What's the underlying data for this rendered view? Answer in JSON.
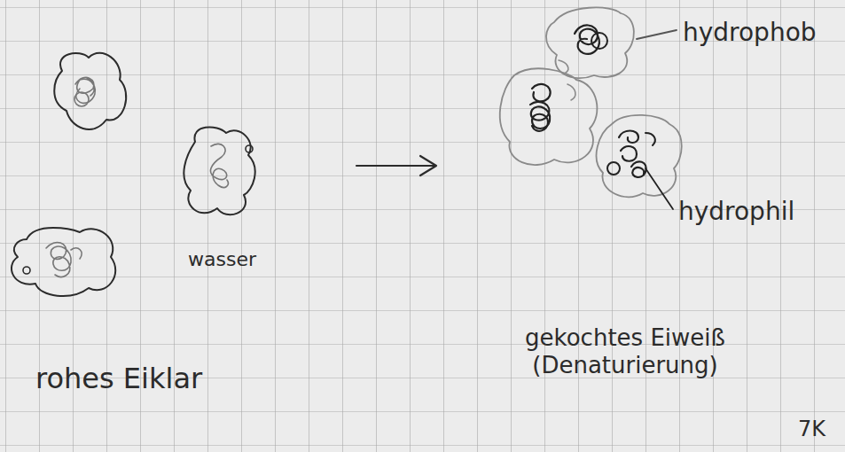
{
  "diagram": {
    "labels": [
      "rohes Eiklar",
      "wasser",
      "gekochtes Eiweiß (Denaturierung)",
      "hydrophob",
      "hydrophil",
      "7K"
    ]
  }
}
